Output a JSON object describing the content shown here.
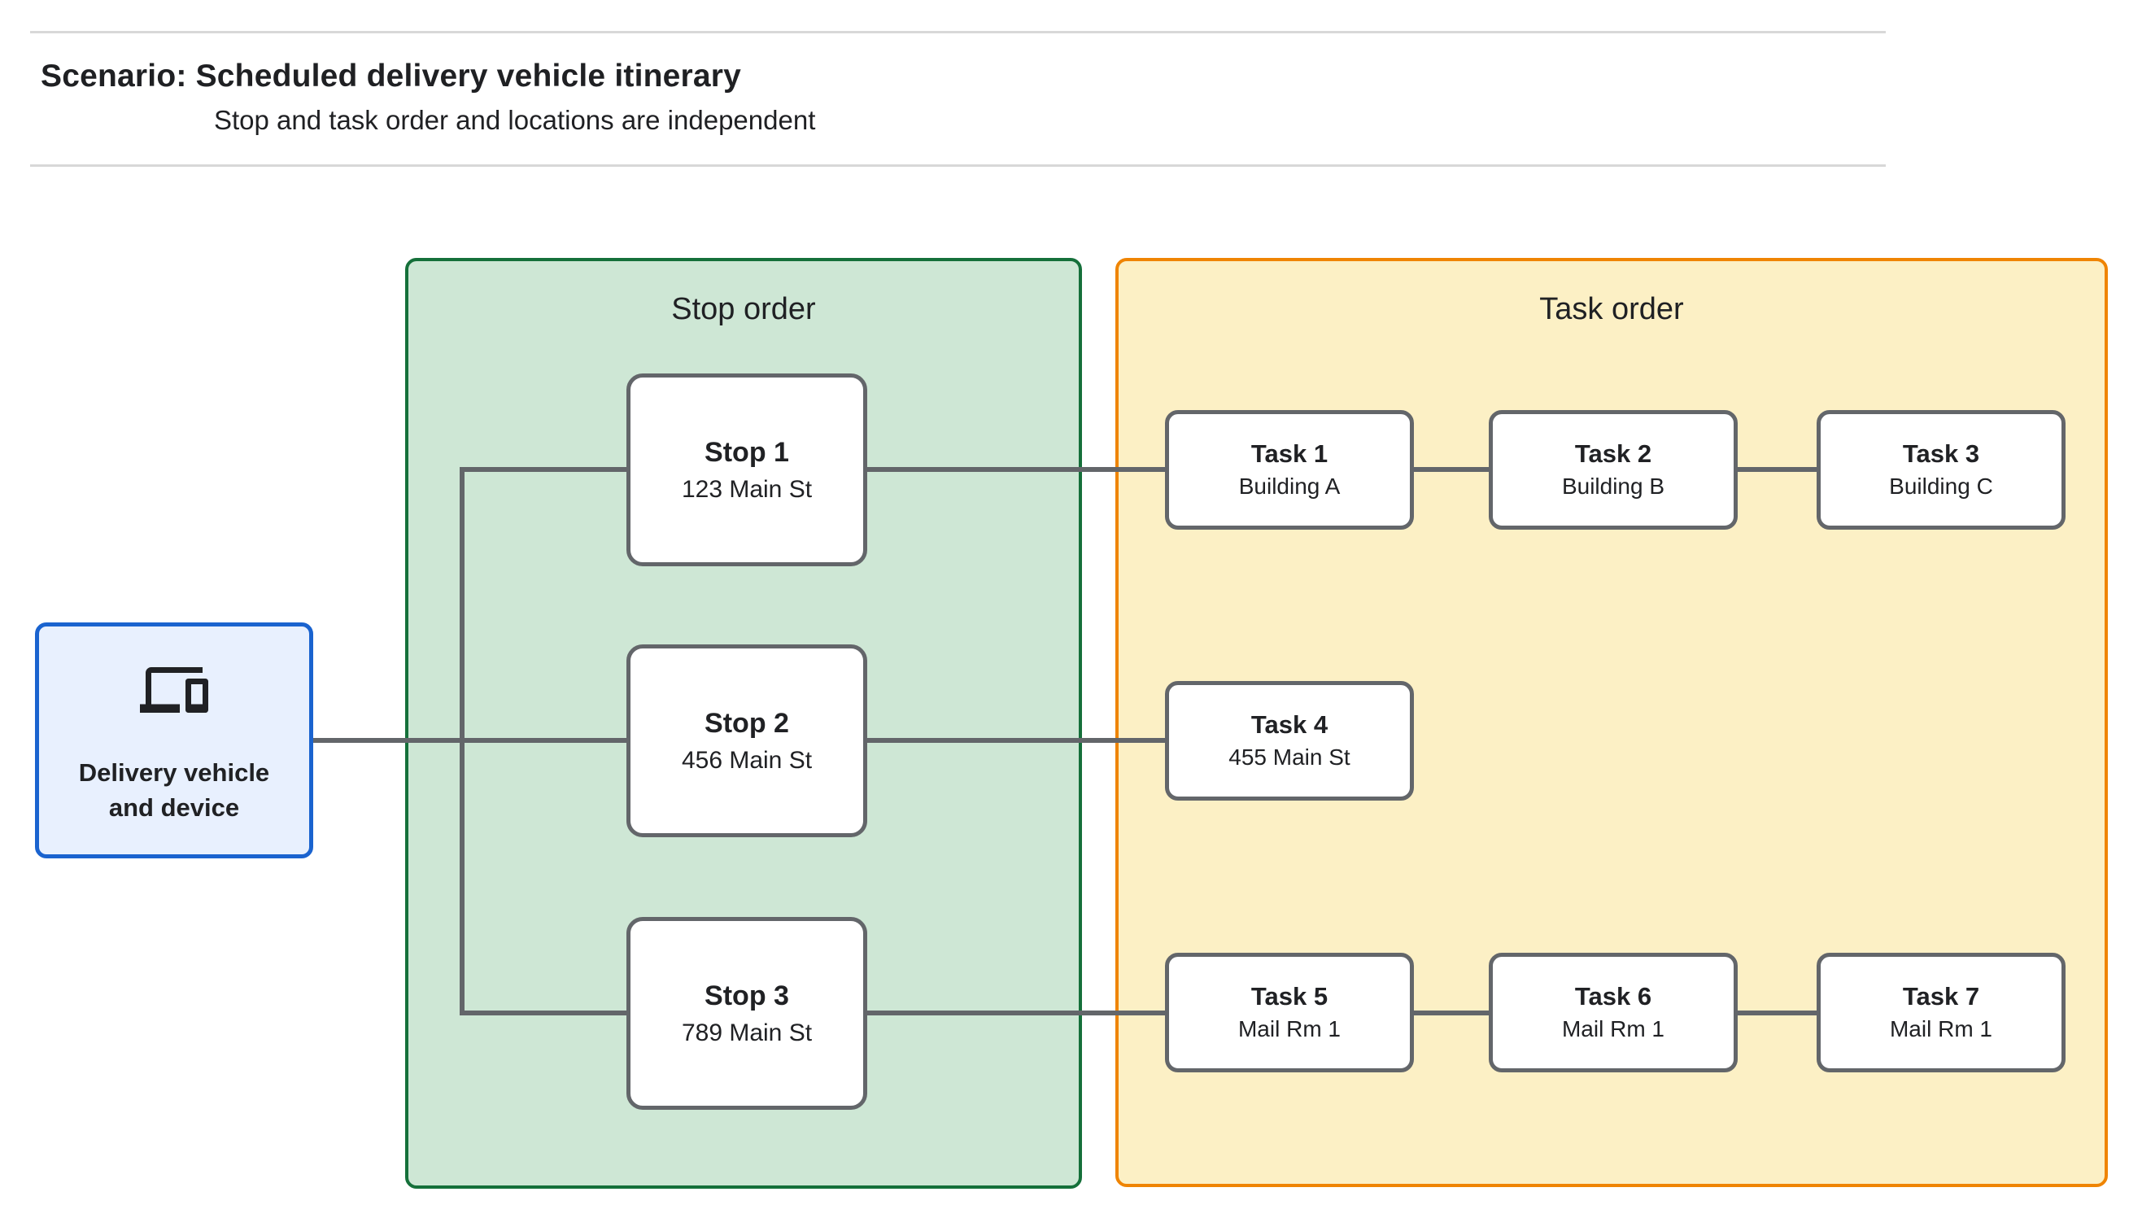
{
  "header": {
    "title": "Scenario: Scheduled delivery vehicle itinerary",
    "subtitle": "Stop and task order and locations are independent"
  },
  "source": {
    "icon": "devices-icon",
    "lines": [
      "Delivery vehicle",
      "and device"
    ]
  },
  "panels": {
    "stop_order": {
      "label": "Stop order",
      "stops": [
        {
          "title": "Stop 1",
          "subtitle": "123 Main St"
        },
        {
          "title": "Stop 2",
          "subtitle": "456 Main St"
        },
        {
          "title": "Stop 3",
          "subtitle": "789 Main St"
        }
      ]
    },
    "task_order": {
      "label": "Task order",
      "tasks": [
        {
          "title": "Task 1",
          "subtitle": "Building A"
        },
        {
          "title": "Task 2",
          "subtitle": "Building B"
        },
        {
          "title": "Task 3",
          "subtitle": "Building C"
        },
        {
          "title": "Task 4",
          "subtitle": "455 Main St"
        },
        {
          "title": "Task 5",
          "subtitle": "Mail Rm 1"
        },
        {
          "title": "Task 6",
          "subtitle": "Mail Rm 1"
        },
        {
          "title": "Task 7",
          "subtitle": "Mail Rm 1"
        }
      ]
    }
  },
  "colors": {
    "stop_panel_fill": "#cee7d5",
    "stop_panel_border": "#15703a",
    "task_panel_fill": "#fcf0c5",
    "task_panel_border": "#ef8403",
    "source_fill": "#e8f0fe",
    "source_border": "#1a63cf",
    "node_border": "#63666a",
    "connector": "#63666a",
    "divider": "#d8d8d8",
    "text": "#202124"
  }
}
